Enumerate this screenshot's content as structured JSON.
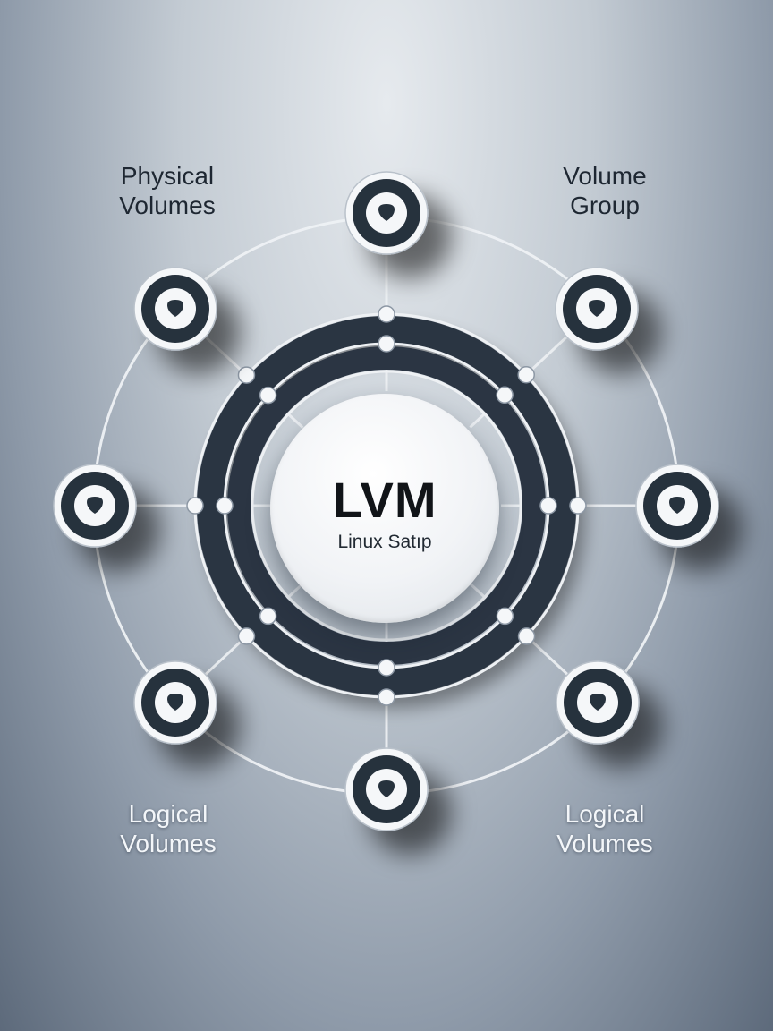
{
  "labels": {
    "top_left": "Physical\nVolumes",
    "top_right": "Volume\nGroup",
    "bottom_left": "Logical\nVolumes",
    "bottom_right": "Logical\nVolumes"
  },
  "center": {
    "title": "LVM",
    "subtitle": "Linux Satıp"
  },
  "nodes": [
    {
      "id": "top",
      "icon": "volume-disc-icon"
    },
    {
      "id": "top-right",
      "icon": "volume-disc-icon"
    },
    {
      "id": "right",
      "icon": "volume-disc-icon"
    },
    {
      "id": "bottom-right",
      "icon": "volume-disc-icon"
    },
    {
      "id": "bottom",
      "icon": "volume-disc-icon"
    },
    {
      "id": "bottom-left",
      "icon": "volume-disc-icon"
    },
    {
      "id": "left",
      "icon": "volume-disc-icon"
    },
    {
      "id": "top-left",
      "icon": "volume-disc-icon"
    }
  ],
  "colors": {
    "ring": "#2b3543",
    "line": "#eef1f4",
    "node_dark": "#27313d",
    "node_light": "#f5f7f9"
  }
}
